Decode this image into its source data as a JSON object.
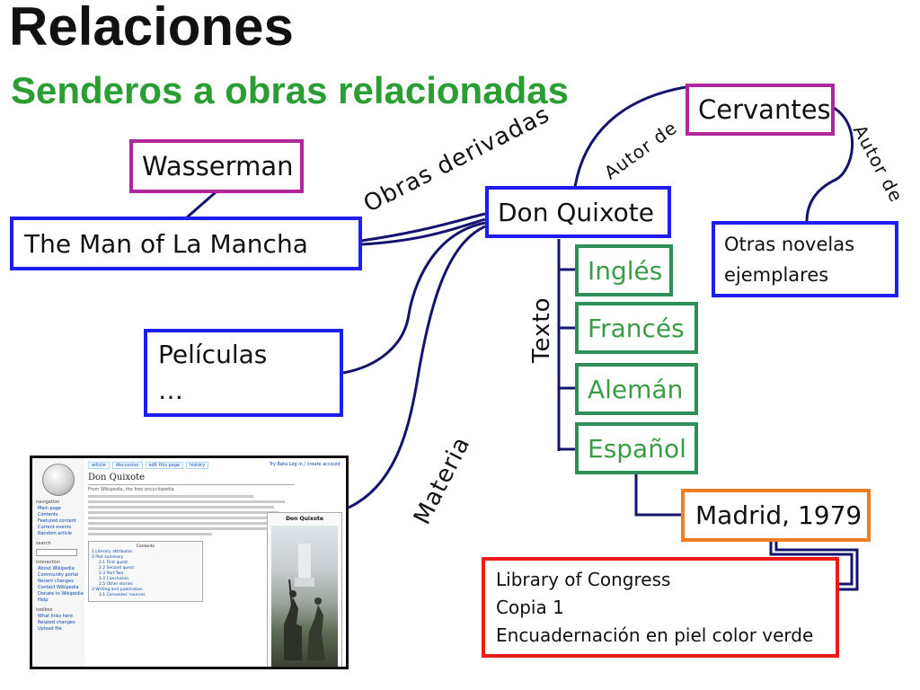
{
  "title": "Relaciones",
  "subtitle": "Senderos a obras relacionadas",
  "nodes": {
    "cervantes": "Cervantes",
    "wasserman": "Wasserman",
    "man_of_la_mancha": "The Man of La Mancha",
    "don_quixote": "Don Quixote",
    "otras_novelas": [
      "Otras novelas",
      "ejemplares"
    ],
    "ingles": "Inglés",
    "frances": "Francés",
    "aleman": "Alemán",
    "espanol": "Español",
    "peliculas": [
      "Películas",
      "…"
    ],
    "madrid": "Madrid, 1979",
    "library": [
      "Library of Congress",
      "Copia 1",
      "Encuadernación en piel color verde"
    ]
  },
  "edge_labels": {
    "obras_derivadas": "Obras derivadas",
    "autor_de_left": "Autor de",
    "autor_de_right": "Autor de",
    "texto": "Texto",
    "materia": "Materia"
  },
  "wiki": {
    "page_title": "Don Quixote",
    "from_line": "From Wikipedia, the free encyclopedia",
    "tabs": [
      "article",
      "discussion",
      "edit this page",
      "history"
    ],
    "top_right": "Try Beta   Log in / create account",
    "sidebar_heading_nav": "navigation",
    "sidebar_nav": [
      "Main page",
      "Contents",
      "Featured content",
      "Current events",
      "Random article"
    ],
    "sidebar_heading_search": "search",
    "sidebar_heading_interaction": "interaction",
    "sidebar_interaction": [
      "About Wikipedia",
      "Community portal",
      "Recent changes",
      "Contact Wikipedia",
      "Donate to Wikipedia",
      "Help"
    ],
    "sidebar_heading_toolbox": "toolbox",
    "sidebar_toolbox": [
      "What links here",
      "Related changes",
      "Upload file"
    ],
    "toc_title": "Contents",
    "toc": [
      "1 Literary attributes",
      "2 Plot summary",
      "2.1 First quest",
      "2.2 Second quest",
      "2.3 Part Two",
      "2.4 Conclusion",
      "2.5 Other stories",
      "3 Writing and publication",
      "3.1 Cervantes' sources"
    ],
    "infobox_title": "Don Quixote"
  },
  "colors": {
    "blue": "#1e1ef0",
    "magenta": "#b0279b",
    "green": "#2e8f5a",
    "orange": "#f07d22",
    "red": "#ee1a1a",
    "link_navy": "#14146e",
    "subtitle_green": "#2a9d33"
  }
}
